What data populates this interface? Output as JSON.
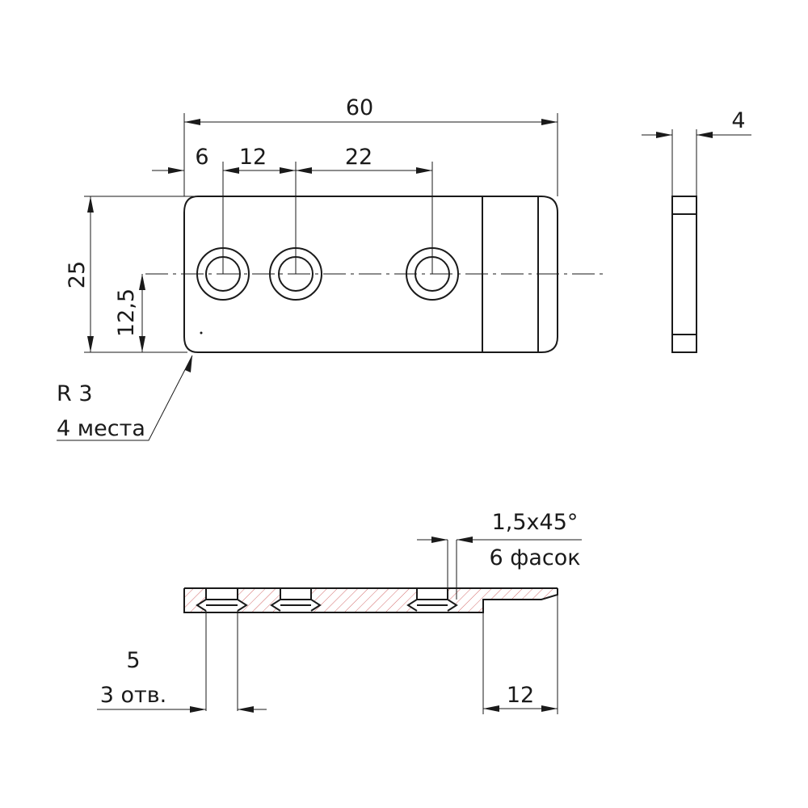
{
  "dimensions": {
    "total_length": "60",
    "edge_to_hole": "6",
    "hole_pitch": "12",
    "hole_to_hole_far": "22",
    "thickness": "4",
    "height": "25",
    "centre_height": "12,5",
    "step_length": "12"
  },
  "notes": {
    "radius": "R 3",
    "radius_count": "4 места",
    "chamfer": "1,5x45°",
    "chamfer_count": "6 фасок",
    "hole_dia": "5",
    "hole_count": "3 отв."
  },
  "colors": {
    "line": "#1a1a1a",
    "hatch": "#d36b6b"
  }
}
